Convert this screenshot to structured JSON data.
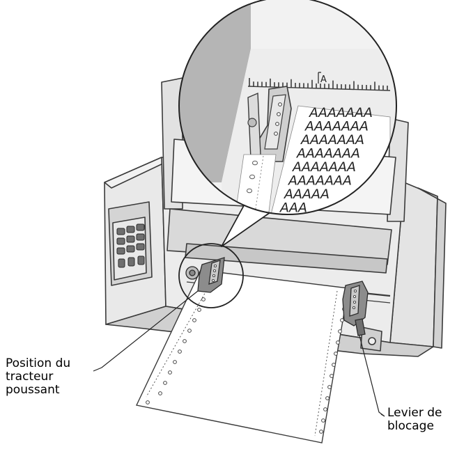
{
  "magnifier": {
    "ruler_mark": "A",
    "print_rows": [
      "AAAAAAA",
      "AAAAAAA",
      "AAAAAAA",
      "AAAAAAA",
      "AAAAAAA",
      "AAAAAAA",
      "AAAAA",
      "AAA"
    ]
  },
  "callouts": {
    "push_tractor_position": "Position du\ntracteur\npoussant",
    "lock_lever": "Levier de\nblocage"
  },
  "colors": {
    "outline": "#3a3a3a",
    "body_fill": "#e6e6e6",
    "paper_fill": "#ffffff",
    "tractor_fill": "#8c8c8c",
    "shade_dark": "#b3b3b3"
  }
}
